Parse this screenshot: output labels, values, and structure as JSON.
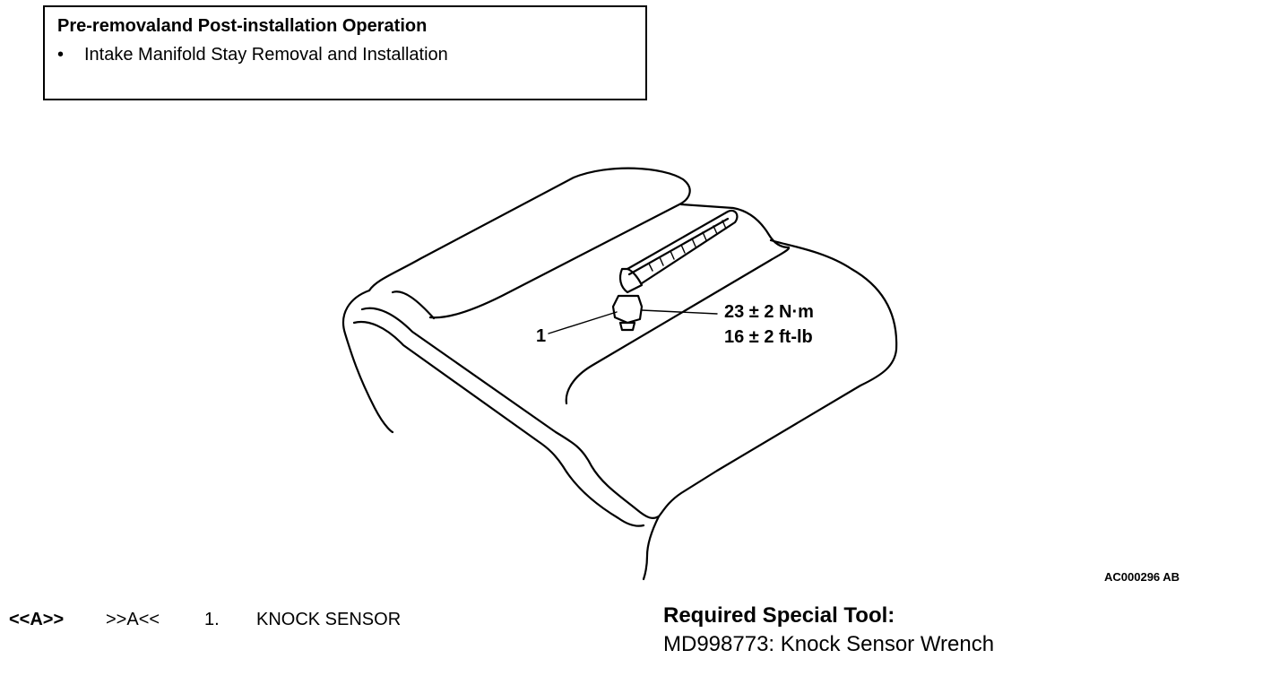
{
  "pre_removal": {
    "title": "Pre-removaland Post-installation Operation",
    "bullet": "•",
    "items": [
      "Intake Manifold Stay Removal and Installation"
    ]
  },
  "illustration": {
    "callout_number": "1",
    "torque_metric": "23 ± 2 N·m",
    "torque_imperial": "16 ± 2 ft-lb",
    "figure_id": "AC000296 AB"
  },
  "procedure": {
    "removal_ref": "<<A>>",
    "installation_ref": ">>A<<",
    "part_number": "1.",
    "part_name": "KNOCK SENSOR"
  },
  "special_tool": {
    "heading": "Required Special Tool:",
    "item": "MD998773: Knock Sensor Wrench"
  }
}
